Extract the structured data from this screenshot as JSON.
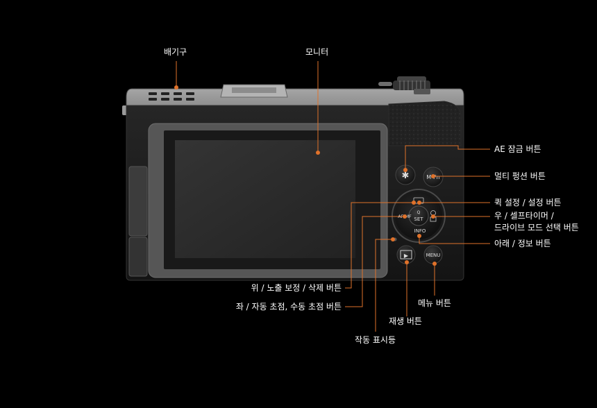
{
  "colors": {
    "background": "#000000",
    "leader": "#e0722a",
    "body": "#1c1c1c",
    "top_plate": "#8a8a8a",
    "label_text": "#ffffff"
  },
  "callouts": {
    "vent": "배기구",
    "monitor": "모니터",
    "ae_lock": "AE 잠금 버튼",
    "multi_function": "멀티 펑션 버튼",
    "quick_set": "퀵 설정 / 설정 버튼",
    "right_self_timer": "우 / 셀프타이머 /",
    "right_drive_mode": "드라이브 모드 선택 버튼",
    "down_info": "아래 / 정보 버튼",
    "up_exposure": "위 / 노출 보정 / 삭제 버튼",
    "left_focus": "좌 / 자동 초점, 수동 초점 버튼",
    "menu_button": "메뉴 버튼",
    "playback_button": "재생 버튼",
    "activity_lamp": "작동 표시등"
  },
  "button_markings": {
    "ae_lock": "✱",
    "m_fn": "M-Fn",
    "af_mf": "AF MF",
    "set": "SET",
    "info": "INFO",
    "menu": "MENU",
    "playback": "▶"
  }
}
